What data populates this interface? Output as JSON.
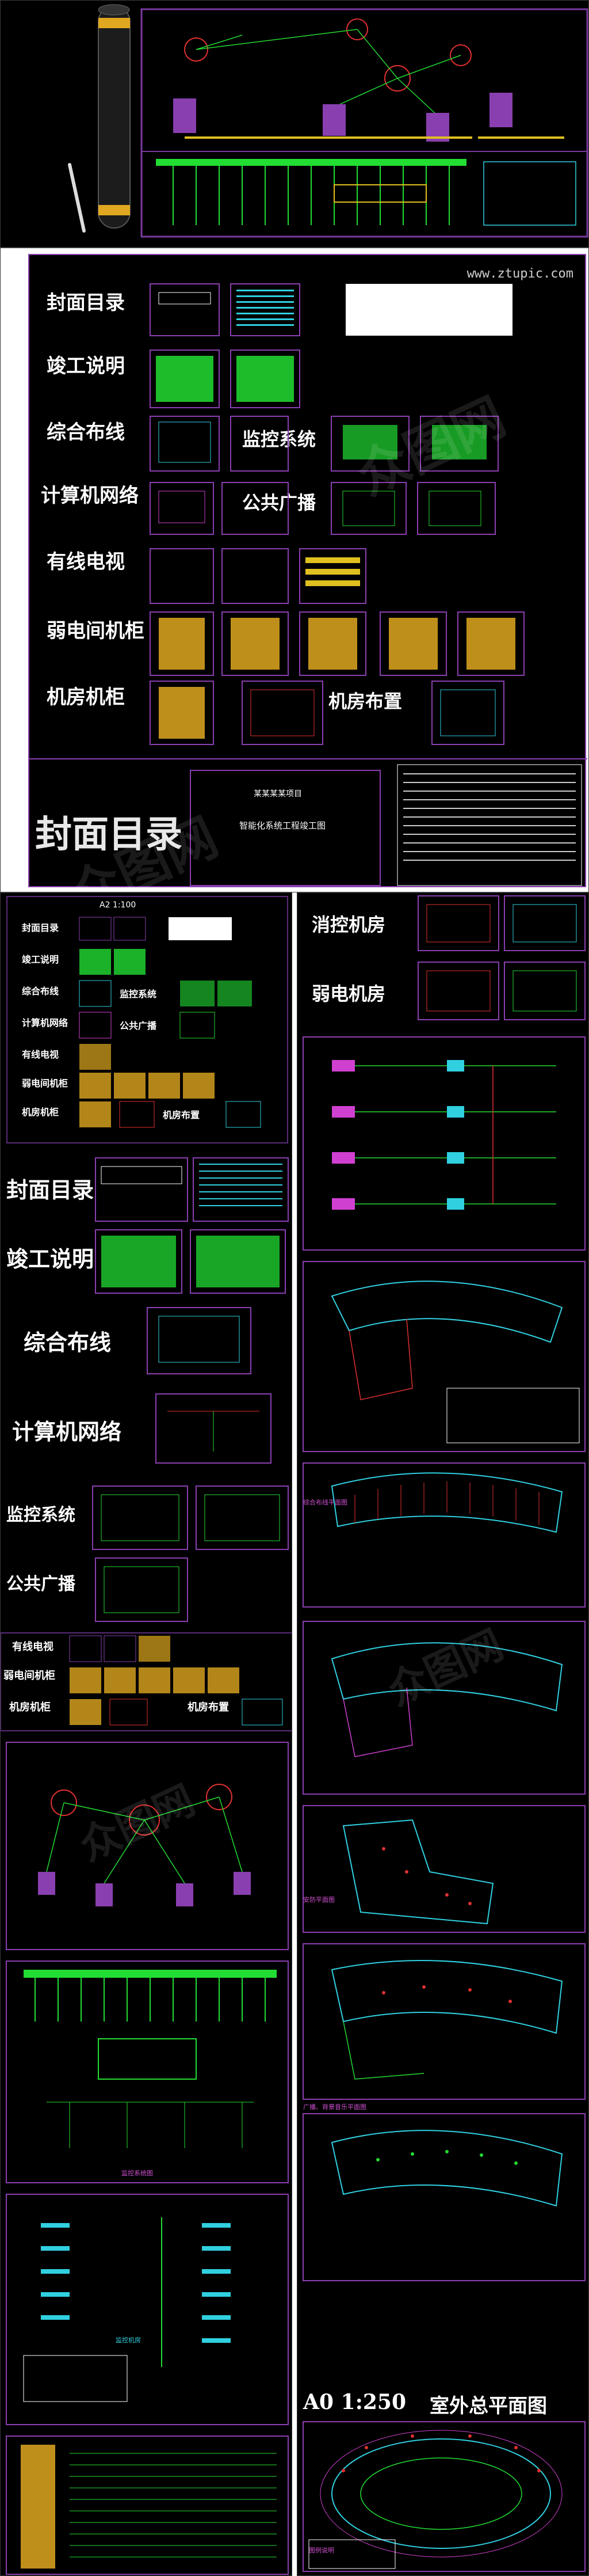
{
  "site_url": "www.ztupic.com",
  "watermark": "众图网",
  "scale_label": "A2 1:100",
  "outdoor_scale": "A0 1:250",
  "outdoor_title": "室外总平面图",
  "cover_project": "某某某某项目",
  "cover_subtitle": "智能化系统工程竣工图",
  "main_sections": {
    "cover": "封面目录",
    "completion": "竣工说明",
    "cabling": "综合布线",
    "network": "计算机网络",
    "catv": "有线电视",
    "weak_room": "弱电间机柜",
    "cabinet": "机房机柜",
    "monitoring": "监控系统",
    "broadcast": "公共广播",
    "room_layout": "机房布置"
  },
  "right_sections": {
    "fire_room": "消控机房",
    "weak_room": "弱电机房"
  },
  "floor_labels": {
    "fire": "综合布线平面图",
    "security": "安防平面图",
    "pa": "广播、背景音乐平面图",
    "legend": "图例说明",
    "monitor_room": "监控机房",
    "cctv_diagram": "监控系统图"
  },
  "colors": {
    "background": "#000000",
    "frame": "#8a3fb0",
    "cad_green": "#22dd33",
    "cad_yellow": "#e0c020",
    "cad_red": "#e03030",
    "cad_cyan": "#30d0e0",
    "cad_magenta": "#d040d0"
  }
}
